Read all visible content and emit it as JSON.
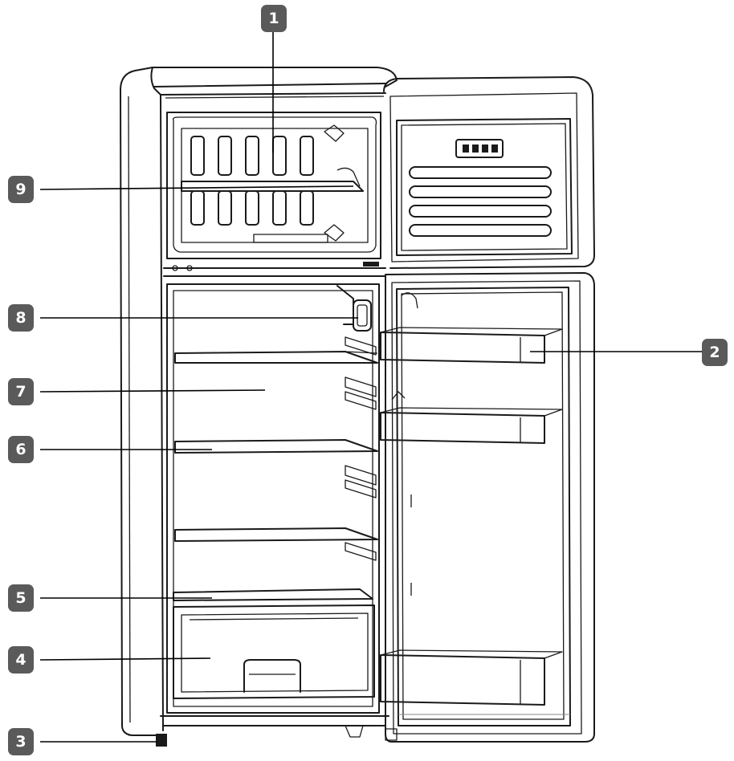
{
  "callouts": [
    {
      "id": "c1",
      "label": "1"
    },
    {
      "id": "c2",
      "label": "2"
    },
    {
      "id": "c3",
      "label": "3"
    },
    {
      "id": "c4",
      "label": "4"
    },
    {
      "id": "c5",
      "label": "5"
    },
    {
      "id": "c6",
      "label": "6"
    },
    {
      "id": "c7",
      "label": "7"
    },
    {
      "id": "c8",
      "label": "8"
    },
    {
      "id": "c9",
      "label": "9"
    }
  ],
  "colors": {
    "callout_fill": "#5a5a5a",
    "callout_text": "#ffffff",
    "line_art": "#1a1a1a",
    "background": "#ffffff"
  }
}
